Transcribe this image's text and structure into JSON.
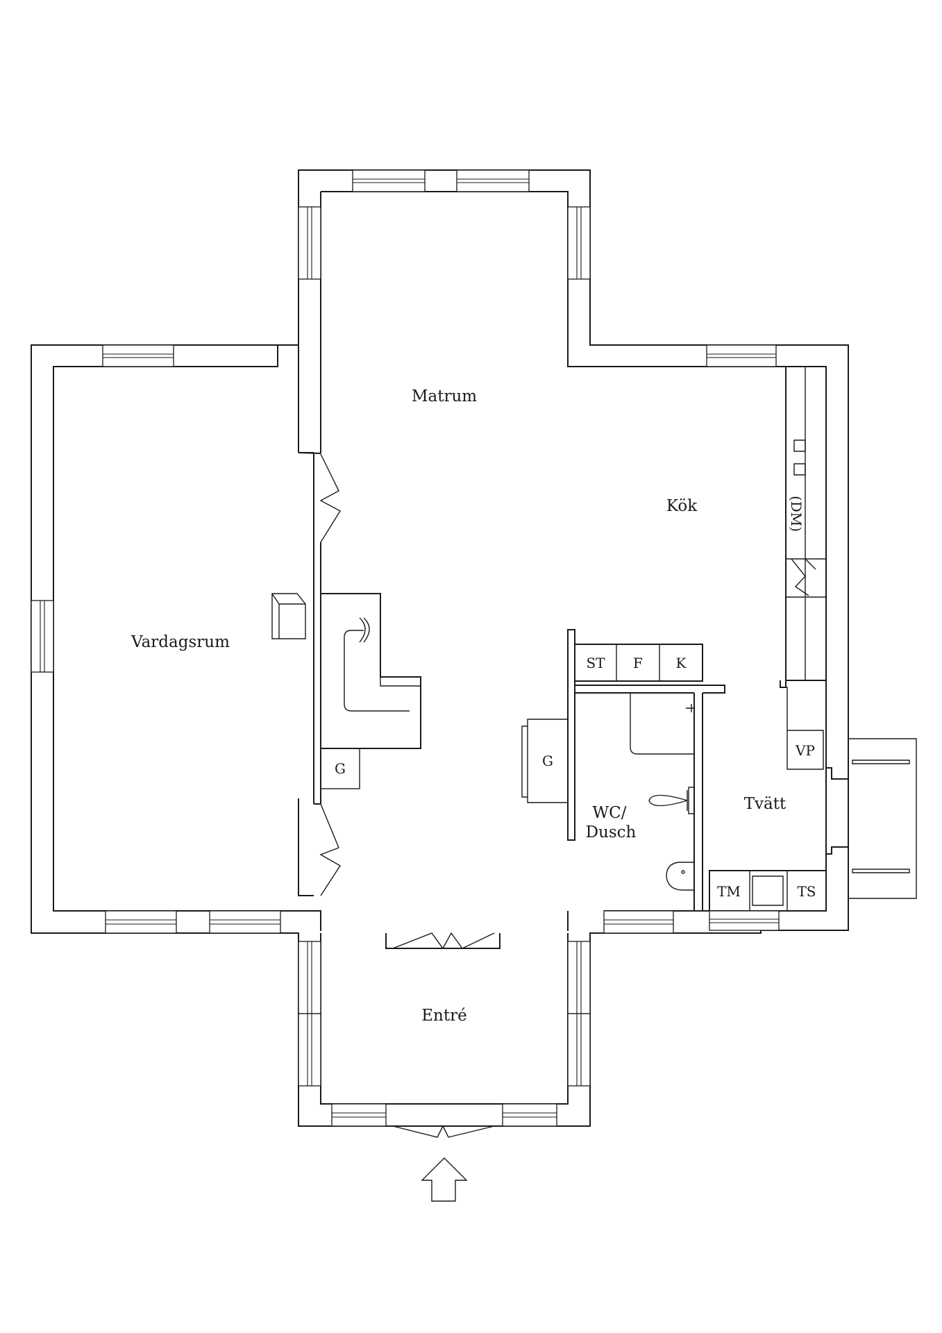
{
  "rooms": {
    "matrum": "Matrum",
    "kok": "Kök",
    "vardagsrum": "Vardagsrum",
    "wc_line1": "WC/",
    "wc_line2": "Dusch",
    "tvatt": "Tvätt",
    "entre": "Entré"
  },
  "fixtures": {
    "stove": "ST",
    "fridge": "F",
    "freezer": "K",
    "wardrobe_left": "G",
    "wardrobe_center": "G",
    "dishwasher": "(DM)",
    "heat_pump": "VP",
    "washing_machine": "TM",
    "dryer": "TS"
  }
}
